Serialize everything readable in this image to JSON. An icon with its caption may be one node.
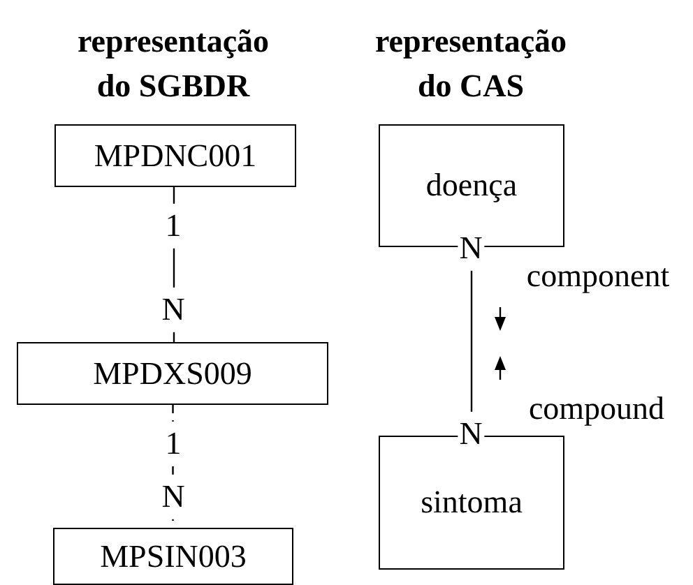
{
  "diagram": {
    "nodes": [
      {
        "text": [
          "MPDNC001"
        ]
      },
      {
        "text": [
          "MPDXS009"
        ]
      },
      {
        "text": [
          "MPSIN003"
        ]
      },
      {
        "text": [
          "doença"
        ]
      },
      {
        "text": [
          "sintoma"
        ]
      }
    ],
    "edges": [
      {
        "from": 0,
        "to": 1,
        "arrow": "none"
      },
      {
        "from": 1,
        "to": 2,
        "arrow": "none",
        "style": "dashed"
      },
      {
        "from": 3,
        "to": 4,
        "arrow": "none"
      }
    ],
    "labels": [
      "representação do SGBDR",
      "representação do CAS",
      "1",
      "N",
      "N",
      "component",
      "compound",
      "1",
      "N",
      "N"
    ]
  }
}
